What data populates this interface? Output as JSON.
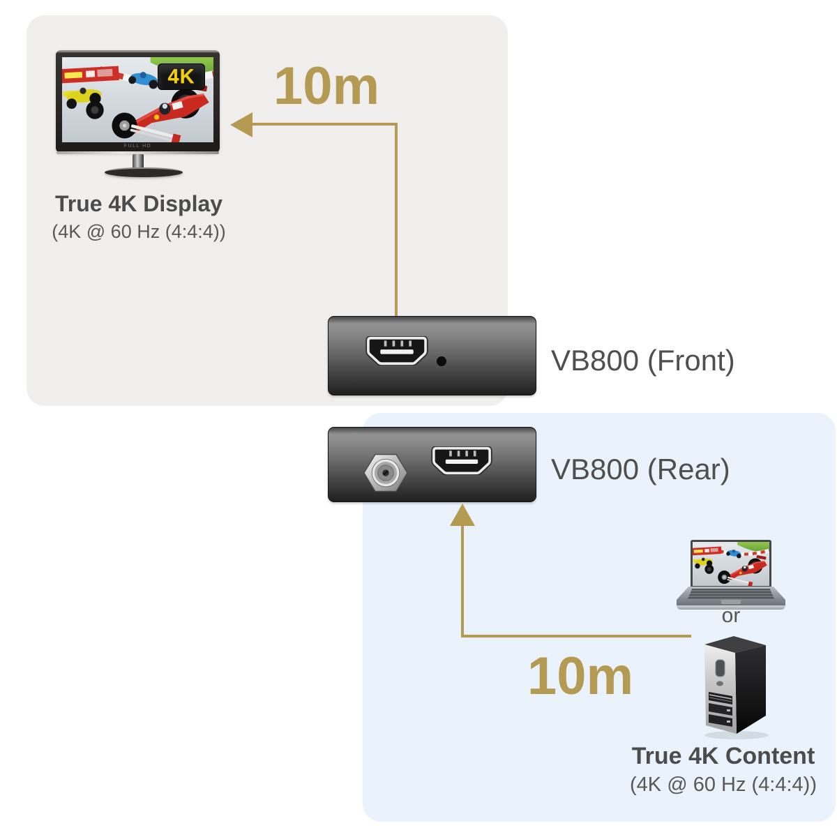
{
  "diagram": {
    "display_section": {
      "title": "True 4K Display",
      "subtitle": "(4K @ 60 Hz (4:4:4))"
    },
    "source_section": {
      "title": "True 4K Content",
      "subtitle": "(4K @ 60 Hz (4:4:4))",
      "or_label": "or"
    },
    "devices": {
      "front_label": "VB800 (Front)",
      "rear_label": "VB800 (Rear)"
    },
    "cables": {
      "display_length": "10m",
      "source_length": "10m"
    },
    "tv": {
      "badge_label": "4K",
      "brand_label": "FULL HD"
    },
    "colors": {
      "arrow_gold": "#b49a52",
      "panel_gray": "#f0efed",
      "panel_blue": "#eaf3fc",
      "label_gray": "#4f4f4f",
      "badge_yellow": "#f2cf0e"
    }
  }
}
